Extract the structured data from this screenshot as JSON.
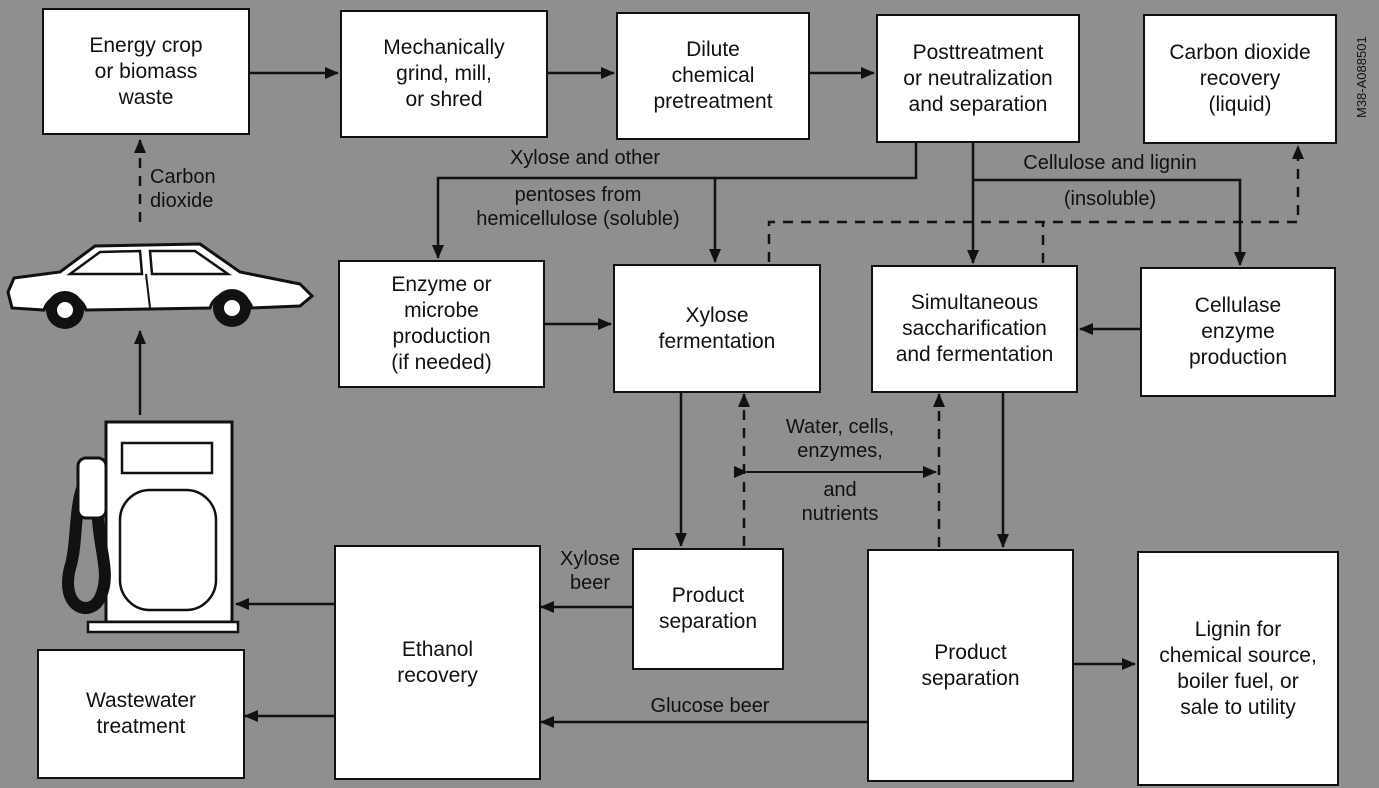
{
  "boxes": {
    "energy_crop": "Energy crop\nor biomass\nwaste",
    "grind": "Mechanically\ngrind, mill,\nor shred",
    "dilute": "Dilute\nchemical\npretreatment",
    "posttreatment": "Posttreatment\nor neutralization\nand separation",
    "co2_recovery": "Carbon dioxide\nrecovery\n(liquid)",
    "enzyme_microbe": "Enzyme or\nmicrobe\nproduction\n(if needed)",
    "xylose_fermentation": "Xylose\nfermentation",
    "ssf": "Simultaneous\nsaccharification\nand fermentation",
    "cellulase": "Cellulase\nenzyme\nproduction",
    "product_separation_small": "Product\nseparation",
    "ethanol_recovery": "Ethanol\nrecovery",
    "product_separation_large": "Product\nseparation",
    "lignin": "Lignin for\nchemical source,\nboiler fuel, or\nsale to utility",
    "wastewater": "Wastewater\ntreatment"
  },
  "labels": {
    "carbon_dioxide": "Carbon\ndioxide",
    "xylose_other": "Xylose and other",
    "pentoses": "pentoses from\nhemicellulose (soluble)",
    "cellulose_lignin": "Cellulose and lignin",
    "insoluble": "(insoluble)",
    "water_cells": "Water, cells,\nenzymes,",
    "and_nutrients": "and\nnutrients",
    "xylose_beer": "Xylose\nbeer",
    "glucose_beer": "Glucose beer"
  },
  "figure_code": "M38-A088501",
  "icons": [
    "car-icon",
    "fuel-pump-icon"
  ]
}
